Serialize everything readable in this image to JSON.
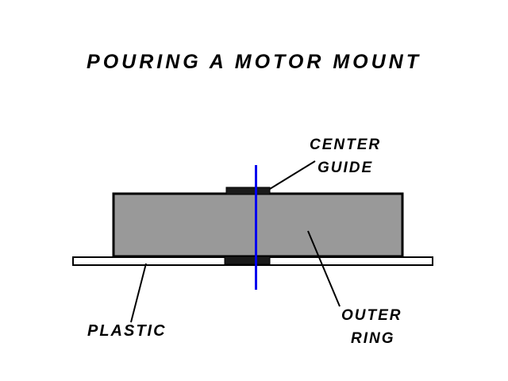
{
  "title": "POURING A MOTOR MOUNT",
  "labels": {
    "center_guide_line1": "CENTER",
    "center_guide_line2": "GUIDE",
    "plastic": "PLASTIC",
    "outer_ring_line1": "OUTER",
    "outer_ring_line2": "RING"
  },
  "colors": {
    "background": "#FFFFFF",
    "outer_ring_fill": "#999999",
    "outer_ring_border": "#000000",
    "plastic_fill": "#FFFFFF",
    "plastic_border": "#000000",
    "tab_fill": "#1A1A1A",
    "center_guide_blue": "#0000EE",
    "leader_line": "#000000",
    "text": "#000000"
  }
}
